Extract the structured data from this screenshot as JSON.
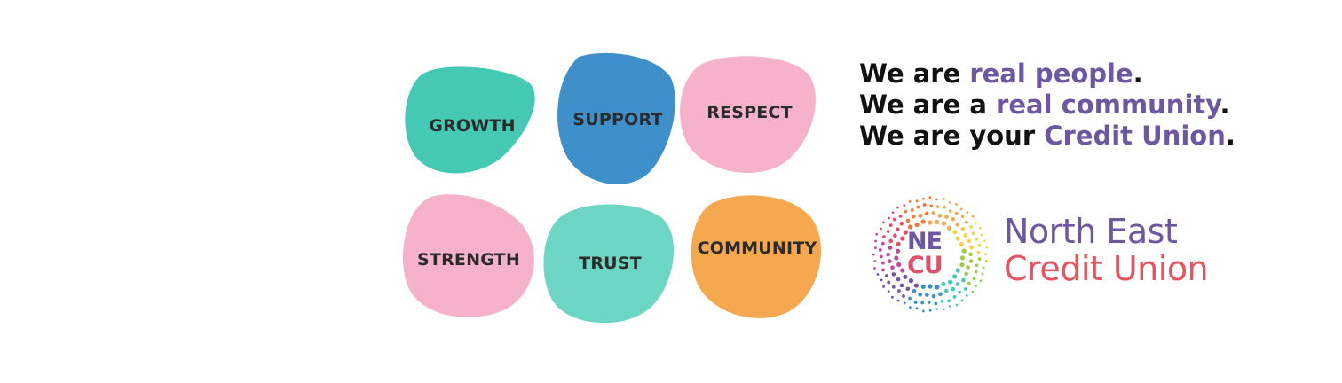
{
  "values": {
    "growth": {
      "label": "GROWTH",
      "color": "#45c9b4"
    },
    "support": {
      "label": "SUPPORT",
      "color": "#3f8fcb"
    },
    "respect": {
      "label": "RESPECT",
      "color": "#f6b2ca"
    },
    "strength": {
      "label": "STRENGTH",
      "color": "#f6b2ca"
    },
    "trust": {
      "label": "TRUST",
      "color": "#6dd5c4"
    },
    "community": {
      "label": "COMMUNITY",
      "color": "#f5a84f"
    }
  },
  "taglines": [
    {
      "prefix": "We are ",
      "highlight": "real people",
      "suffix": "."
    },
    {
      "prefix": "We are a ",
      "highlight": "real community",
      "suffix": "."
    },
    {
      "prefix": "We are your ",
      "highlight": "Credit Union",
      "suffix": "."
    }
  ],
  "logo": {
    "mark_top": "NE",
    "mark_bottom": "CU",
    "name_line1": "North East",
    "name_line2": "Credit Union",
    "colors": {
      "purple": "#6e57a1",
      "red": "#e4555f"
    }
  }
}
